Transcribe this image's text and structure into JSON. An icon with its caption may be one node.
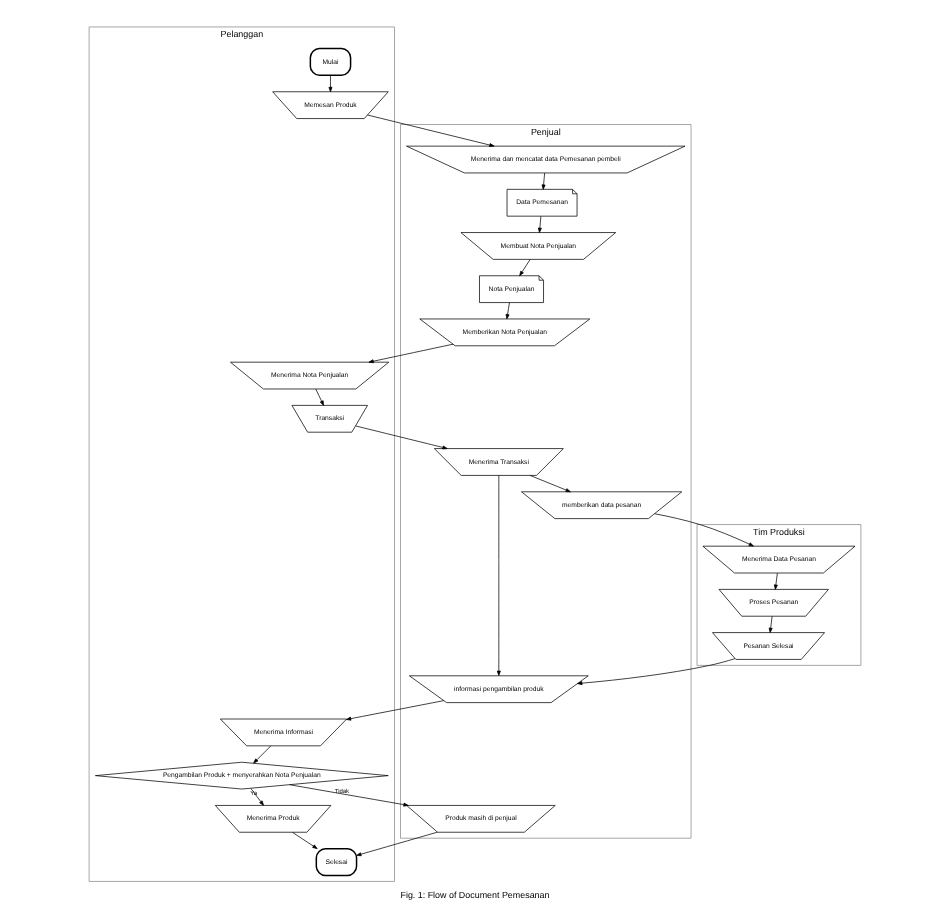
{
  "diagram": {
    "caption": "Fig. 1: Flow of Document Pemesanan",
    "nodes": [
      {
        "text": [
          "Pelanggan"
        ]
      },
      {
        "text": [
          "Penjual"
        ]
      },
      {
        "text": [
          "Tim Produksi"
        ]
      },
      {
        "text": [
          "Mulai"
        ],
        "in": 0
      },
      {
        "text": [
          "Memesan Produk"
        ],
        "in": 0
      },
      {
        "text": [
          "Menerima dan mencatat data Pemesanan pembeli"
        ],
        "in": 1
      },
      {
        "text": [
          "Data Pemesanan"
        ],
        "in": 1
      },
      {
        "text": [
          "Membuat Nota Penjualan"
        ],
        "in": 1
      },
      {
        "text": [
          "Nota Penjualan"
        ],
        "in": 1
      },
      {
        "text": [
          "Memberikan Nota Penjualan"
        ],
        "in": 1
      },
      {
        "text": [
          "Menerima Nota Penjualan"
        ],
        "in": 0
      },
      {
        "text": [
          "Transaksi"
        ],
        "in": 0
      },
      {
        "text": [
          "Menerima Transaksi"
        ],
        "in": 1
      },
      {
        "text": [
          "memberikan data pesanan"
        ],
        "in": 1
      },
      {
        "text": [
          "Menerima Data Pesanan"
        ],
        "in": 2
      },
      {
        "text": [
          "Proses Pesanan"
        ],
        "in": 2
      },
      {
        "text": [
          "Pesanan Selesai"
        ],
        "in": 2
      },
      {
        "text": [
          "informasi pengambilan produk"
        ],
        "in": 1
      },
      {
        "text": [
          "Menerima Informasi"
        ],
        "in": 0
      },
      {
        "text": [
          "Pengambilan Produk + menyerahkan Nota Penjualan"
        ],
        "in": 0
      },
      {
        "text": [
          "Produk masih di penjual"
        ],
        "in": 1
      },
      {
        "text": [
          "Menerima Produk"
        ],
        "in": 0
      },
      {
        "text": [
          "Selesai"
        ],
        "in": 0
      }
    ],
    "edges": [
      {
        "from": 3,
        "to": 4,
        "arrow": "to"
      },
      {
        "from": 4,
        "to": 5,
        "arrow": "to"
      },
      {
        "from": 5,
        "to": 6,
        "arrow": "to"
      },
      {
        "from": 6,
        "to": 7,
        "arrow": "to"
      },
      {
        "from": 7,
        "to": 8,
        "arrow": "to"
      },
      {
        "from": 8,
        "to": 9,
        "arrow": "to"
      },
      {
        "from": 9,
        "to": 10,
        "arrow": "to"
      },
      {
        "from": 10,
        "to": 11,
        "arrow": "to"
      },
      {
        "from": 11,
        "to": 12,
        "arrow": "to"
      },
      {
        "from": 12,
        "to": 13,
        "arrow": "to"
      },
      {
        "from": 13,
        "to": 14,
        "arrow": "to"
      },
      {
        "from": 14,
        "to": 15,
        "arrow": "to"
      },
      {
        "from": 15,
        "to": 16,
        "arrow": "to"
      },
      {
        "from": 16,
        "to": 17,
        "arrow": "to"
      },
      {
        "from": 12,
        "to": 17,
        "arrow": "to"
      },
      {
        "from": 17,
        "to": 18,
        "arrow": "to"
      },
      {
        "from": 18,
        "to": 19,
        "arrow": "to"
      },
      {
        "from": 19,
        "to": 20,
        "arrow": "to",
        "label": "Tidak"
      },
      {
        "from": 19,
        "to": 21,
        "arrow": "to",
        "label": "Ya"
      },
      {
        "from": 21,
        "to": 22,
        "arrow": "to"
      },
      {
        "from": 20,
        "to": 22,
        "arrow": "to"
      }
    ]
  }
}
